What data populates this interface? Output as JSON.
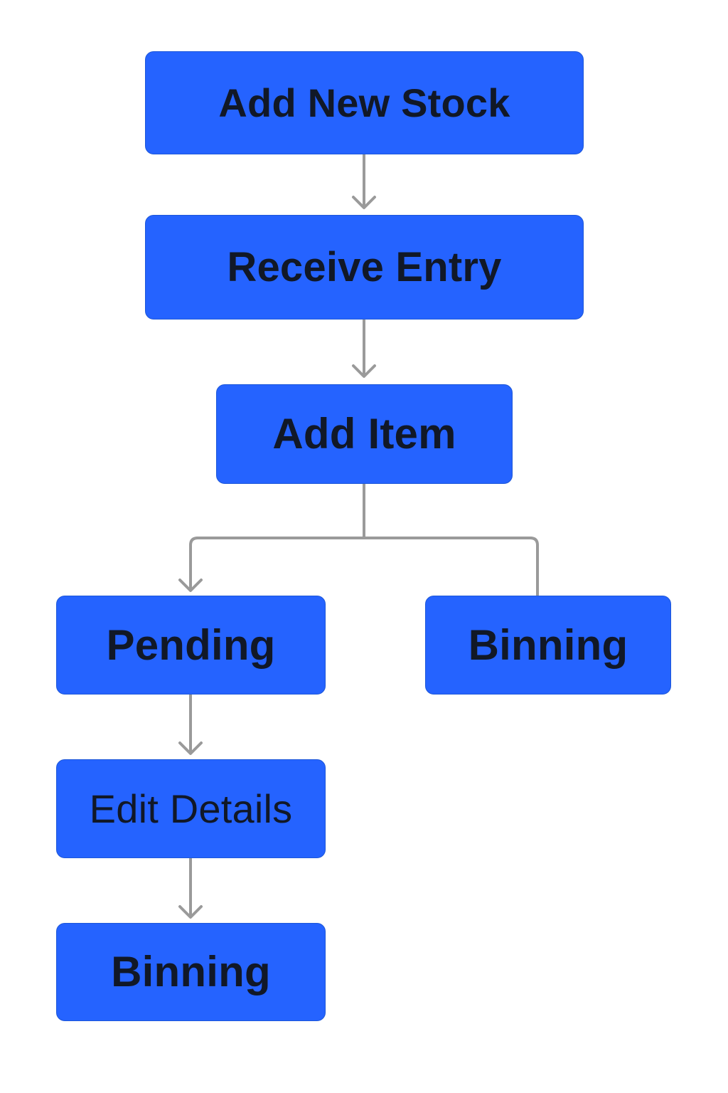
{
  "colors": {
    "node_fill": "#2563ff",
    "node_text": "#111827",
    "connector": "#9a9a9a",
    "background": "#ffffff"
  },
  "nodes": {
    "add_new_stock": "Add New Stock",
    "receive_entry": "Receive Entry",
    "add_item": "Add Item",
    "pending": "Pending",
    "binning_right": "Binning",
    "edit_details": "Edit Details",
    "binning_bottom": "Binning"
  }
}
